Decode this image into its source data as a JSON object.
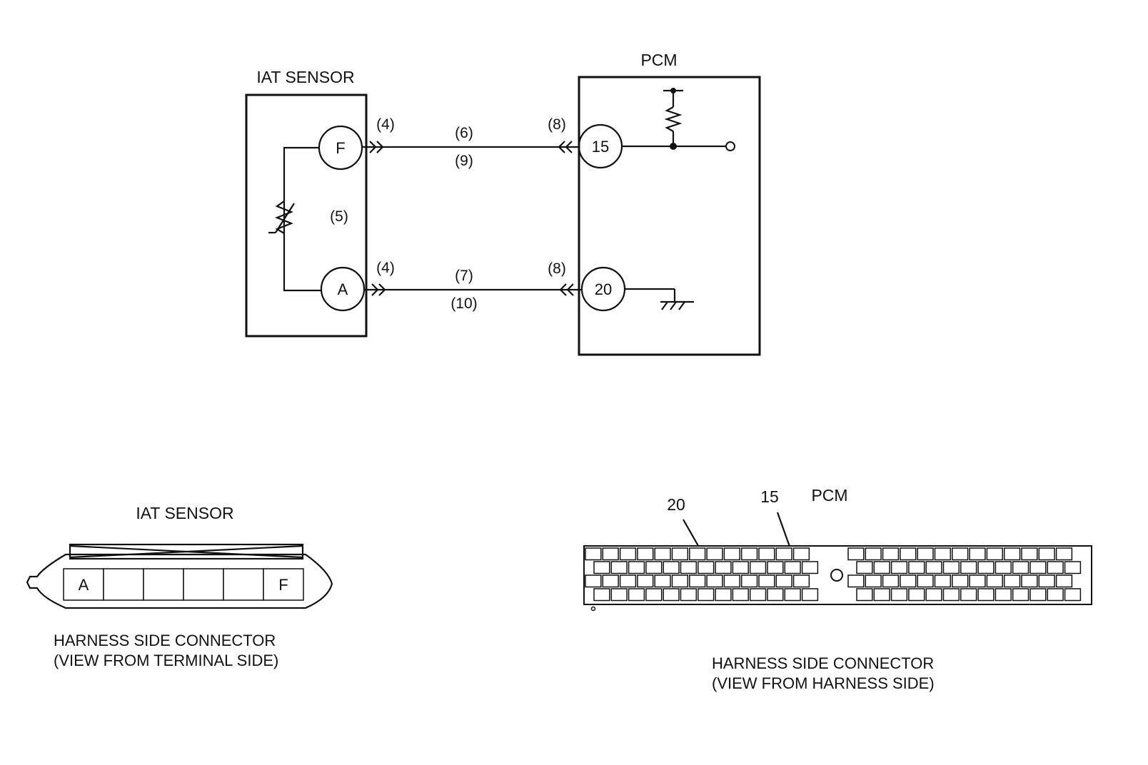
{
  "schematic": {
    "iat_title": "IAT SENSOR",
    "pcm_title": "PCM",
    "terminal_f": "F",
    "terminal_a": "A",
    "terminal_15": "15",
    "terminal_20": "20",
    "callouts": {
      "c4_top": "(4)",
      "c4_bottom": "(4)",
      "c5": "(5)",
      "c6": "(6)",
      "c7": "(7)",
      "c8_top": "(8)",
      "c8_bottom": "(8)",
      "c9": "(9)",
      "c10": "(10)"
    }
  },
  "iat_connector": {
    "title": "IAT SENSOR",
    "cavities": [
      "A",
      "",
      "",
      "",
      "",
      "F"
    ],
    "caption_line1": "HARNESS SIDE CONNECTOR",
    "caption_line2": "(VIEW FROM TERMINAL SIDE)"
  },
  "pcm_connector": {
    "title": "PCM",
    "pin_20": "20",
    "pin_15": "15",
    "caption_line1": "HARNESS SIDE CONNECTOR",
    "caption_line2": "(VIEW FROM HARNESS SIDE)"
  }
}
